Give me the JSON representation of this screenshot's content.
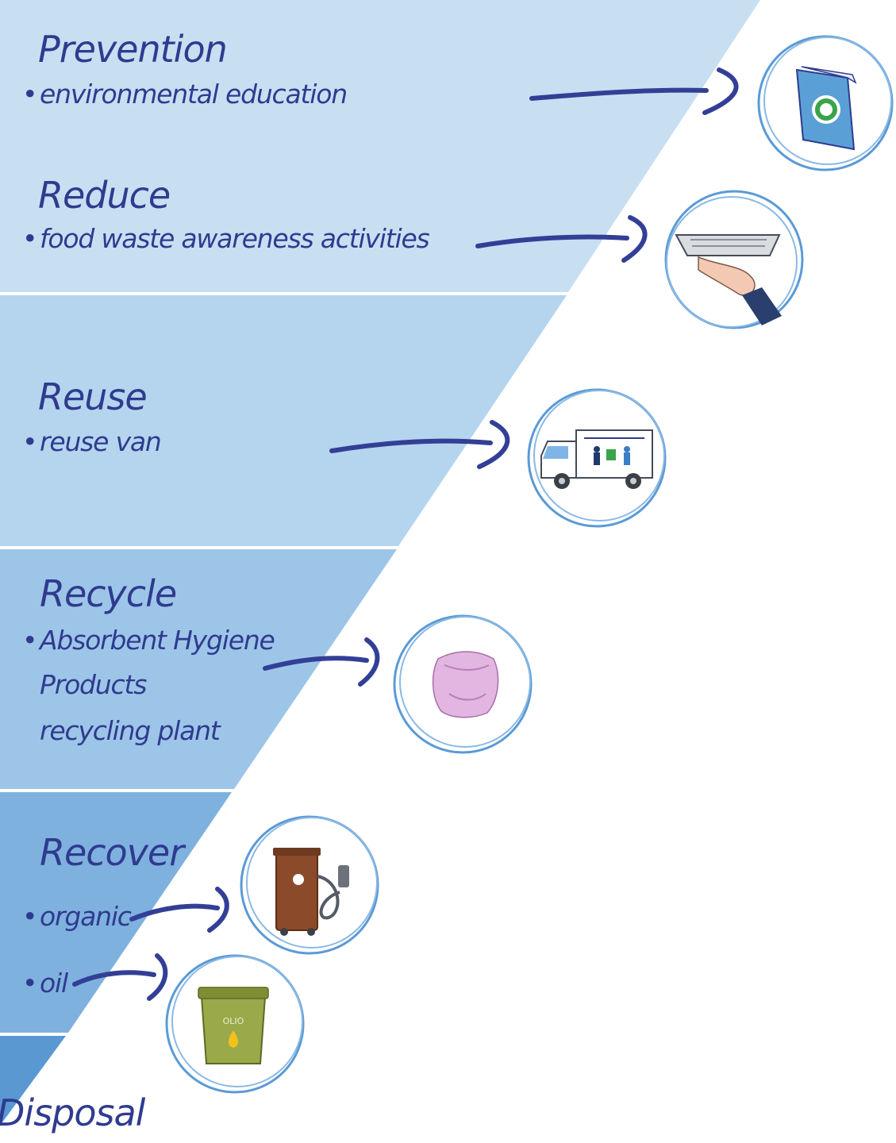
{
  "colors": {
    "band_prevention_reduce": "#c8dff2",
    "band_reuse": "#b5d4ee",
    "band_recycle": "#9dc5e8",
    "band_recover": "#7fb1df",
    "band_disposal": "#5a98d2",
    "text": "#2f3b8f",
    "arrow": "#333f96",
    "circle_stroke": "#5b9ad6"
  },
  "levels": {
    "prevention": {
      "title": "Prevention",
      "bullet": "•",
      "item": "environmental education",
      "icon": "recycling-booklet-icon"
    },
    "reduce": {
      "title": "Reduce",
      "bullet": "•",
      "item": "food waste awareness activities",
      "icon": "food-tray-hand-icon"
    },
    "reuse": {
      "title": "Reuse",
      "bullet": "•",
      "item": "reuse van",
      "icon": "reuse-van-icon"
    },
    "recycle": {
      "title": "Recycle",
      "bullet": "•",
      "item_lines": [
        "Absorbent Hygiene",
        "Products",
        "recycling plant"
      ],
      "icon": "diaper-icon"
    },
    "recover": {
      "title": "Recover",
      "items": [
        {
          "bullet": "•",
          "label": "organic",
          "icon": "organic-bin-fuel-pump-icon"
        },
        {
          "bullet": "•",
          "label": "oil",
          "icon": "oil-bin-icon"
        }
      ]
    },
    "disposal": {
      "title": "Disposal"
    }
  },
  "icon_labels": {
    "oil_bin": "OLIO"
  }
}
